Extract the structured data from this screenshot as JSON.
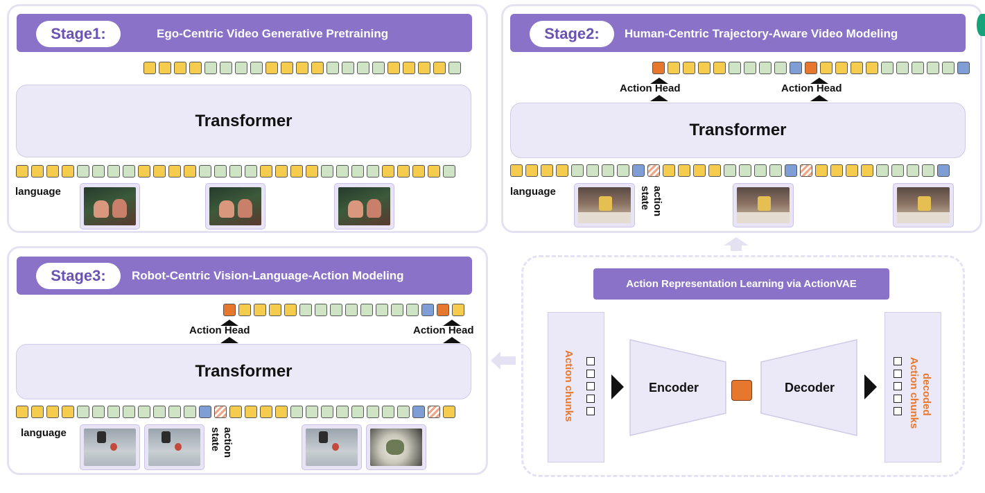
{
  "stage1": {
    "label": "Stage1:",
    "title": "Ego-Centric Video Generative Pretraining",
    "transformer": "Transformer",
    "language": "language",
    "top_tokens": [
      "y",
      "y",
      "y",
      "y",
      "g",
      "g",
      "g",
      "g",
      "y",
      "y",
      "y",
      "y",
      "g",
      "g",
      "g",
      "g",
      "y",
      "y",
      "y",
      "y",
      "g"
    ],
    "bottom_tokens": [
      "y",
      "y",
      "y",
      "y",
      "g",
      "g",
      "g",
      "g",
      "y",
      "y",
      "y",
      "y",
      "g",
      "g",
      "g",
      "g",
      "y",
      "y",
      "y",
      "y",
      "g",
      "g",
      "g",
      "g",
      "y",
      "y",
      "y",
      "y",
      "g"
    ]
  },
  "stage2": {
    "label": "Stage2:",
    "title": "Human-Centric Trajectory-Aware Video Modeling",
    "transformer": "Transformer",
    "language": "language",
    "action_head_1": "Action Head",
    "action_head_2": "Action Head",
    "action_label": "action",
    "state_label": "state",
    "top_tokens": [
      "o",
      "y",
      "y",
      "y",
      "y",
      "g",
      "g",
      "g",
      "g",
      "b",
      "o",
      "y",
      "y",
      "y",
      "y",
      "g",
      "g",
      "g",
      "g",
      "g",
      "b"
    ],
    "bottom_tokens": [
      "y",
      "y",
      "y",
      "y",
      "g",
      "g",
      "g",
      "g",
      "b",
      "s",
      "y",
      "y",
      "y",
      "y",
      "g",
      "g",
      "g",
      "g",
      "b",
      "s",
      "y",
      "y",
      "y",
      "y",
      "g",
      "g",
      "g",
      "g",
      "b"
    ]
  },
  "stage3": {
    "label": "Stage3:",
    "title": "Robot-Centric Vision-Language-Action Modeling",
    "transformer": "Transformer",
    "language": "language",
    "action_head_1": "Action Head",
    "action_head_2": "Action Head",
    "action_label": "action",
    "state_label": "state",
    "top_tokens": [
      "o",
      "y",
      "y",
      "y",
      "y",
      "g",
      "g",
      "g",
      "g",
      "g",
      "g",
      "g",
      "g",
      "b",
      "o",
      "y"
    ],
    "bottom_tokens": [
      "y",
      "y",
      "y",
      "y",
      "g",
      "g",
      "g",
      "g",
      "g",
      "g",
      "g",
      "g",
      "b",
      "s",
      "y",
      "y",
      "y",
      "y",
      "g",
      "g",
      "g",
      "g",
      "g",
      "g",
      "g",
      "g",
      "b",
      "s",
      "y"
    ]
  },
  "vae": {
    "title": "Action Representation Learning via ActionVAE",
    "input_label": "Action chunks",
    "encoder": "Encoder",
    "decoder": "Decoder",
    "output_label_1": "decoded",
    "output_label_2": "Action chunks"
  },
  "colors": {
    "accent_purple": "#8a72c9",
    "token_yellow": "#f6cc4f",
    "token_green": "#cfe4c4",
    "token_blue": "#7f9ed6",
    "token_orange": "#e8772e"
  }
}
